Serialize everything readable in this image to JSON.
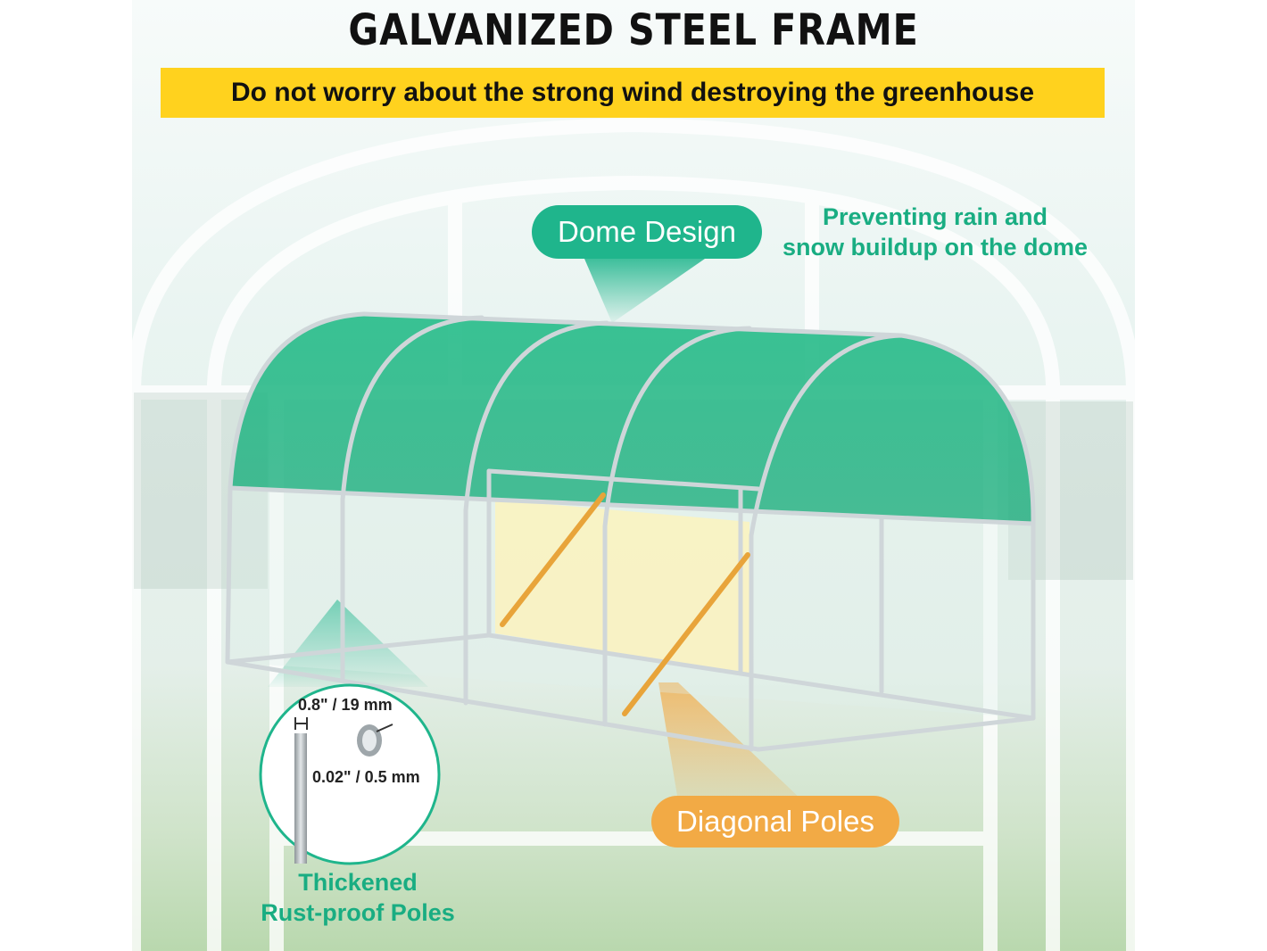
{
  "header": {
    "title": "GALVANIZED STEEL FRAME",
    "banner": "Do not worry about the strong wind destroying the greenhouse"
  },
  "callouts": {
    "dome_design": "Dome Design",
    "dome_note_line1": "Preventing rain and",
    "dome_note_line2": "snow buildup on the dome",
    "diagonal_poles": "Diagonal Poles",
    "thickened_line1": "Thickened",
    "thickened_line2": "Rust-proof Poles"
  },
  "pole_specs": {
    "diameter": "0.8\" / 19 mm",
    "wall_thickness": "0.02\" / 0.5 mm"
  },
  "colors": {
    "accent_green": "#1fb58c",
    "accent_orange": "#f2aa45",
    "banner_yellow": "#ffd21e",
    "cover_green": "#2fbf8e"
  }
}
